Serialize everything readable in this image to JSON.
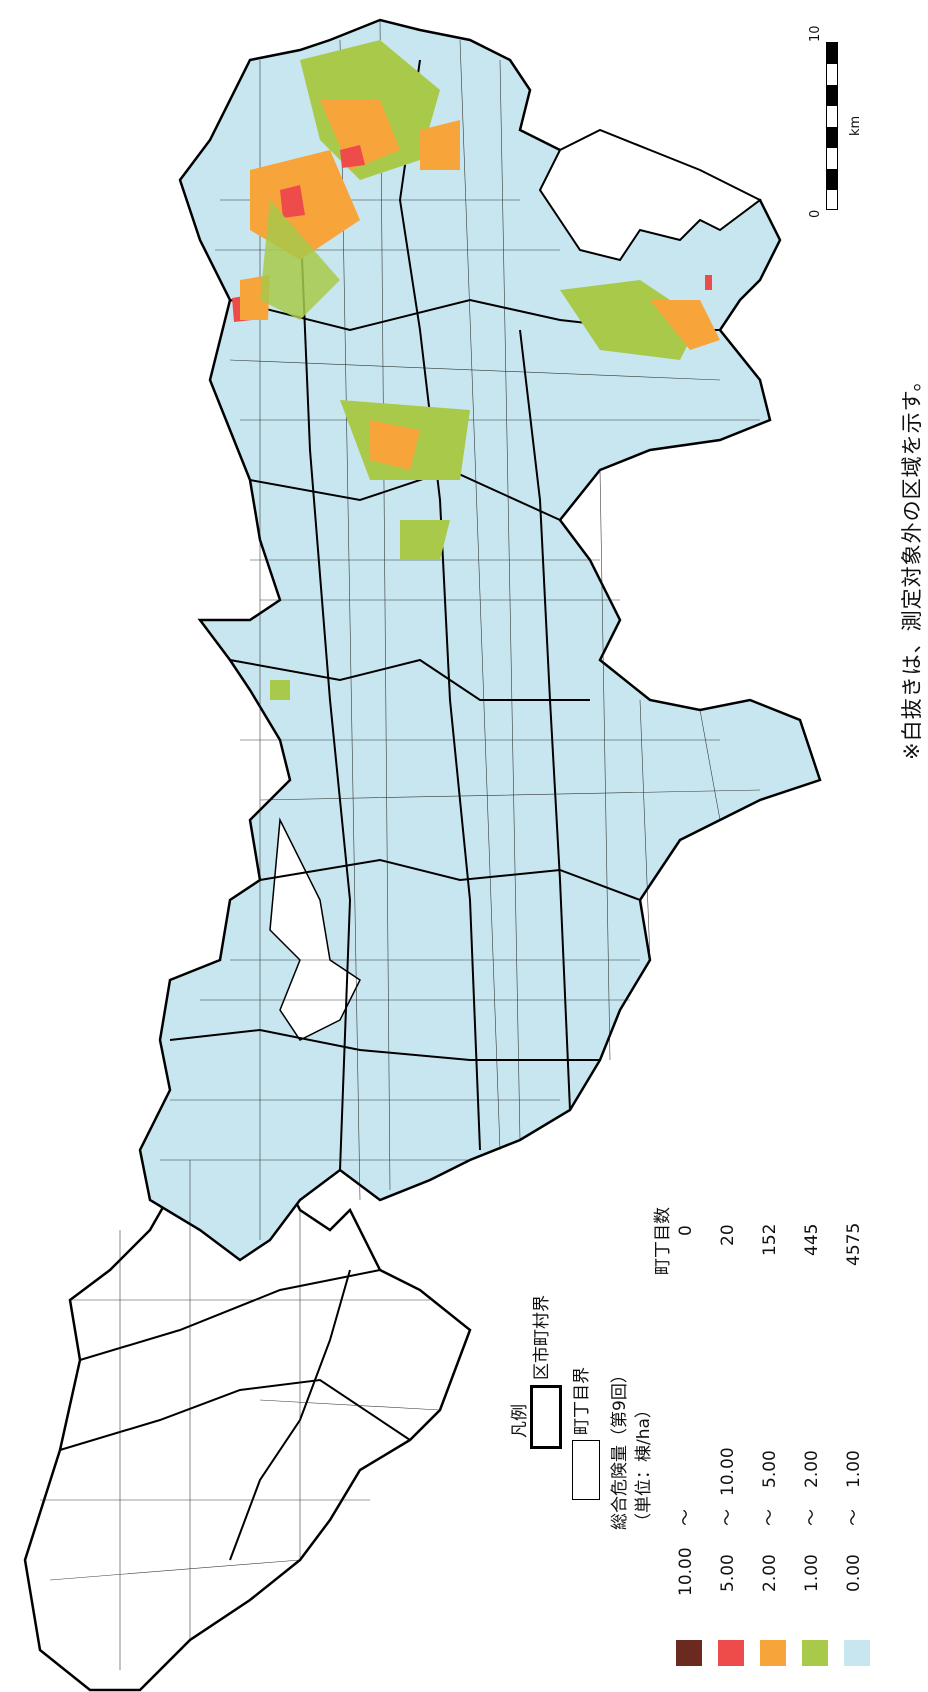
{
  "legend": {
    "title": "凡例",
    "boundary_items": [
      {
        "label": "区市町村界",
        "style": "thick"
      },
      {
        "label": "町丁目界",
        "style": "thin"
      }
    ],
    "measure_title": "総合危険量（第9回）",
    "unit": "（単位：棟/ha）",
    "count_header": "町丁目数",
    "classes": [
      {
        "from": "10.00",
        "sep": "〜",
        "to": "",
        "count": "0",
        "color": "#6b2a1f"
      },
      {
        "from": "5.00",
        "sep": "〜",
        "to": "10.00",
        "count": "20",
        "color": "#ee4b4b"
      },
      {
        "from": "2.00",
        "sep": "〜",
        "to": "5.00",
        "count": "152",
        "color": "#f7a43a"
      },
      {
        "from": "1.00",
        "sep": "〜",
        "to": "2.00",
        "count": "445",
        "color": "#a8c94a"
      },
      {
        "from": "0.00",
        "sep": "〜",
        "to": "1.00",
        "count": "4575",
        "color": "#c8e6ef"
      }
    ]
  },
  "note": "※白抜きは、測定対象外の区域を示す。",
  "scale_bar": {
    "start": "0",
    "end": "10",
    "unit": "km"
  },
  "map_colors": {
    "area": "#c8e6ef",
    "outside": "#ffffff",
    "line": "#1a1a1a"
  }
}
